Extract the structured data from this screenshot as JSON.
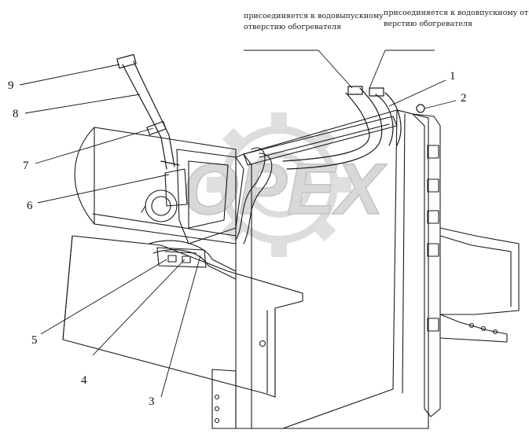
{
  "annotations": {
    "outlet": "присоединяется к водовыпускному\nотверстию обогревателя",
    "inlet": "присоединяется к водовпускному от\nверстию обогревателя"
  },
  "watermark": "OPEX",
  "callouts": [
    "1",
    "2",
    "3",
    "4",
    "5",
    "6",
    "7",
    "8",
    "9"
  ],
  "colors": {
    "line": "#1a1a1a",
    "watermark": "#d9d9d9"
  }
}
